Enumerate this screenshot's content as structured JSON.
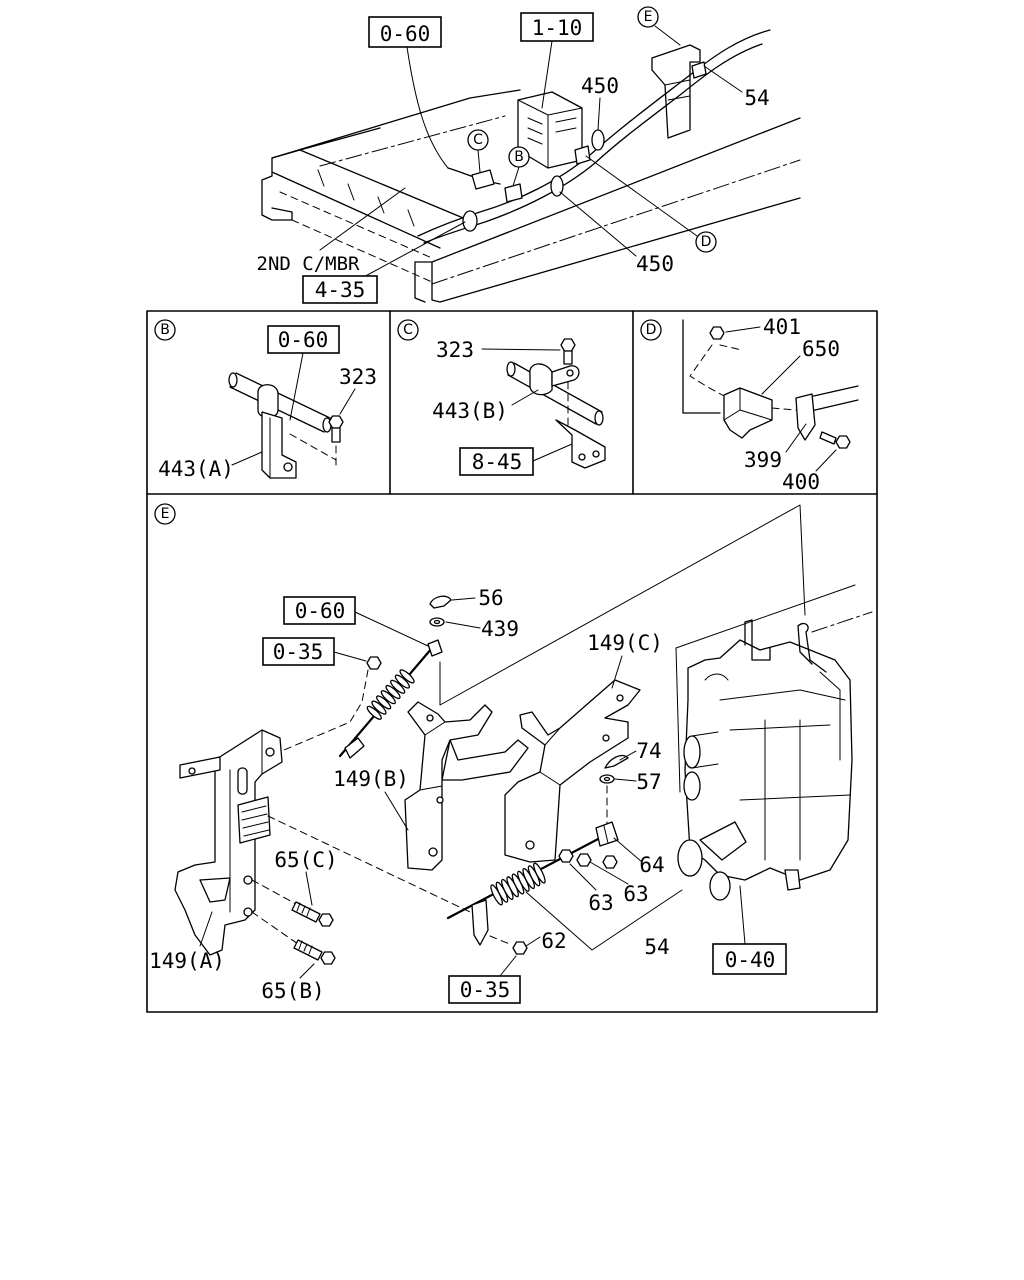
{
  "colors": {
    "line": "#000000",
    "background": "#ffffff"
  },
  "overview": {
    "ref_0_60": "0-60",
    "ref_1_10": "1-10",
    "view_e": "E",
    "part_54": "54",
    "part_450_upper": "450",
    "view_c": "C",
    "view_b": "B",
    "view_d": "D",
    "part_450_lower": "450",
    "member_label": "2ND C/MBR",
    "ref_4_35": "4-35"
  },
  "detail_b": {
    "view": "B",
    "ref_0_60": "0-60",
    "part_323": "323",
    "part_443a": "443(A)"
  },
  "detail_c": {
    "view": "C",
    "part_323": "323",
    "part_443b": "443(B)",
    "ref_8_45": "8-45"
  },
  "detail_d": {
    "view": "D",
    "part_401": "401",
    "part_650": "650",
    "part_399": "399",
    "part_400": "400"
  },
  "detail_e": {
    "view": "E",
    "part_56": "56",
    "ref_0_60": "0-60",
    "part_439": "439",
    "ref_0_35_upper": "0-35",
    "part_149c": "149(C)",
    "part_74": "74",
    "part_57": "57",
    "part_149b": "149(B)",
    "part_65c": "65(C)",
    "part_64": "64",
    "part_63_right": "63",
    "part_63_left": "63",
    "part_62": "62",
    "part_54": "54",
    "part_149a": "149(A)",
    "ref_0_40": "0-40",
    "part_65b": "65(B)",
    "ref_0_35_lower": "0-35"
  }
}
